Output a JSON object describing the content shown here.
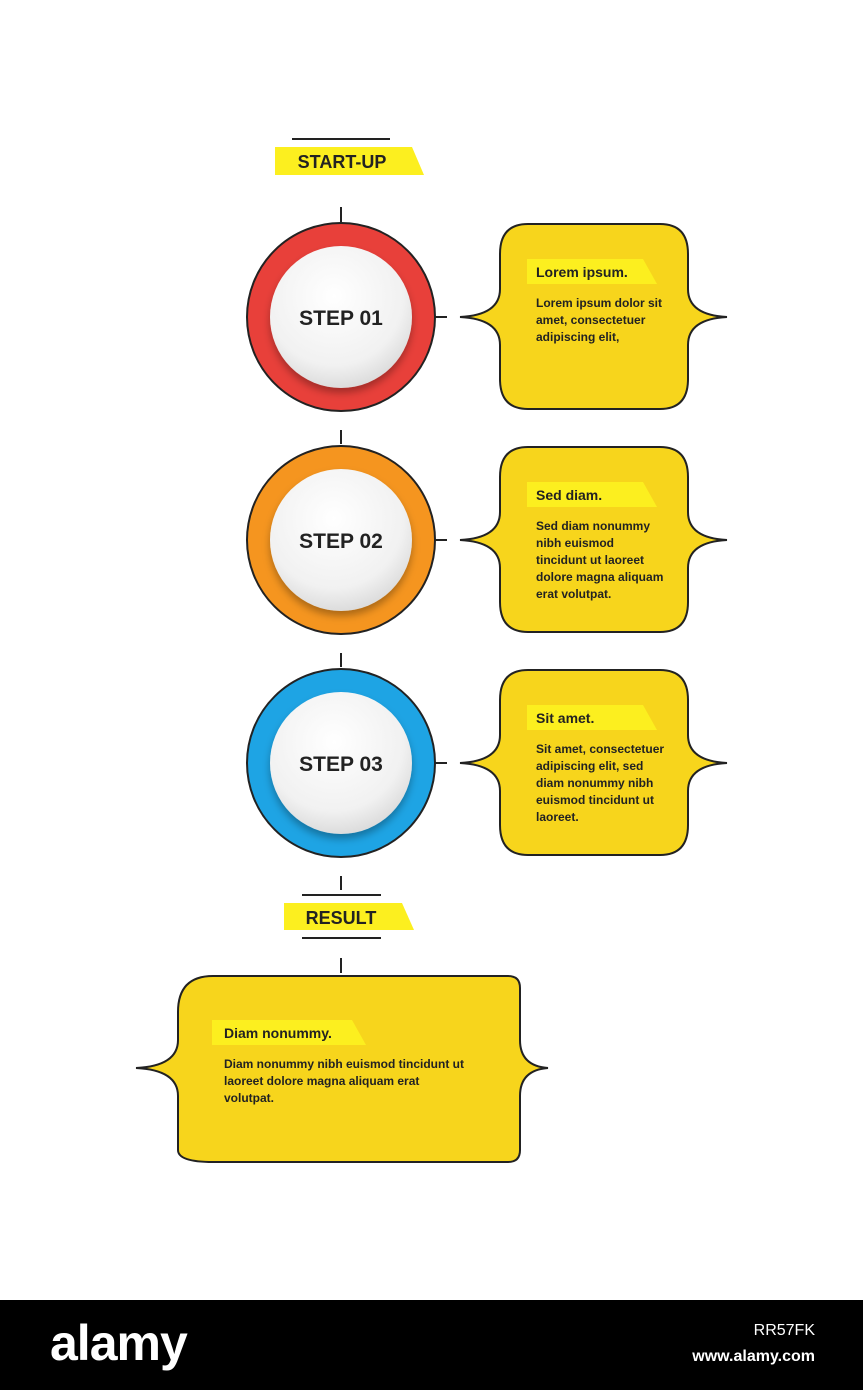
{
  "start_label": "START-UP",
  "result_label": "RESULT",
  "steps": [
    {
      "label": "STEP 01",
      "ring_color": "#e8403a",
      "title": "Lorem ipsum.",
      "body": [
        "Lorem ipsum dolor sit",
        "amet, consectetuer",
        "adipiscing elit,"
      ]
    },
    {
      "label": "STEP 02",
      "ring_color": "#f5951f",
      "title": "Sed diam.",
      "body": [
        "Sed diam nonummy",
        "nibh euismod",
        "tincidunt ut laoreet",
        "dolore magna aliquam",
        "erat volutpat."
      ]
    },
    {
      "label": "STEP 03",
      "ring_color": "#1ea4e4",
      "title": "Sit amet.",
      "body": [
        "Sit amet, consectetuer",
        "adipiscing elit, sed",
        "diam nonummy nibh",
        "euismod tincidunt ut",
        "laoreet."
      ]
    }
  ],
  "result": {
    "title": "Diam nonummy.",
    "body": [
      "Diam nonummy nibh euismod tincidunt ut",
      "laoreet dolore magna aliquam erat",
      "volutpat."
    ]
  },
  "colors": {
    "box_fill": "#f7d51c",
    "tag_fill": "#fcef1f",
    "line": "#222222"
  },
  "footer": {
    "logo": "alamy",
    "image_id": "RR57FK",
    "url": "www.alamy.com"
  }
}
